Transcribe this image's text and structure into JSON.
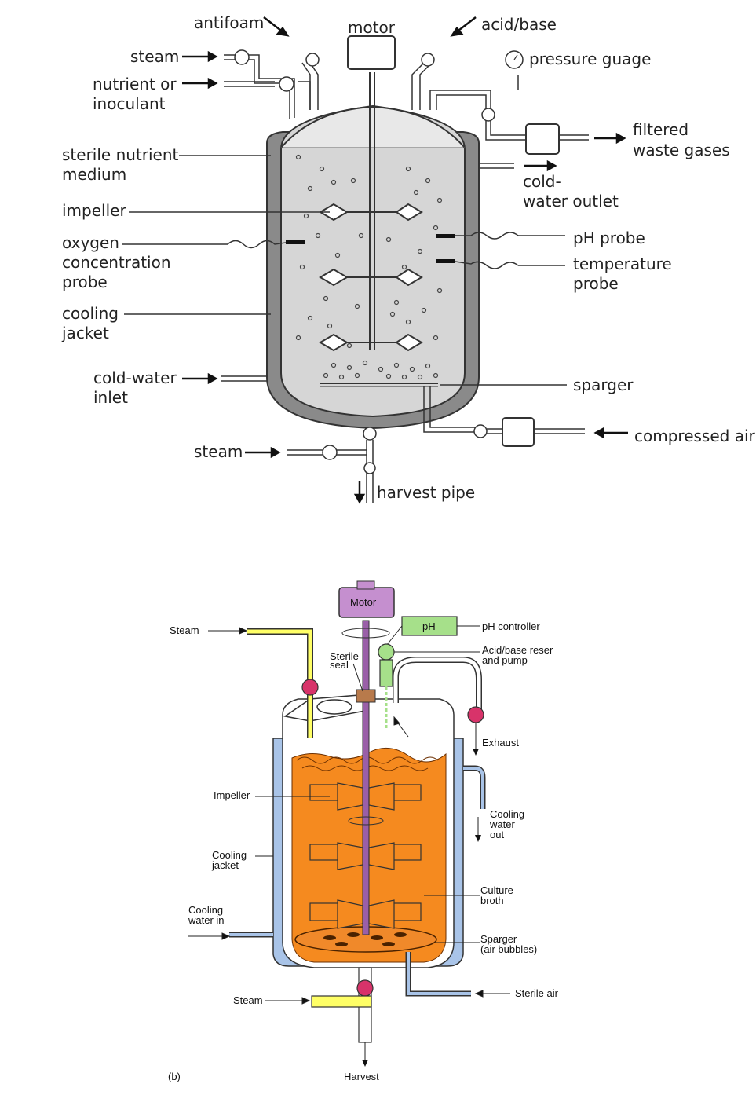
{
  "diagram_a": {
    "labels": {
      "antifoam": "antifoam",
      "motor": "motor",
      "acid_base": "acid/base",
      "steam_top": "steam",
      "pressure_gauge": "pressure guage",
      "nutrient_1": "nutrient or",
      "nutrient_2": "inoculant",
      "filtered_1": "filtered",
      "filtered_2": "waste gases",
      "medium_1": "sterile nutrient",
      "medium_2": "medium",
      "cold_out_1": "cold-",
      "cold_out_2": "water outlet",
      "impeller": "impeller",
      "oxygen_1": "oxygen",
      "oxygen_2": "concentration",
      "oxygen_3": "probe",
      "ph_probe": "pH probe",
      "temp_1": "temperature",
      "temp_2": "probe",
      "cooling_1": "cooling",
      "cooling_2": "jacket",
      "cold_in_1": "cold-water",
      "cold_in_2": "inlet",
      "sparger": "sparger",
      "compressed_air": "compressed air",
      "steam_bottom": "steam",
      "harvest_pipe": "harvest pipe"
    }
  },
  "diagram_b": {
    "labels": {
      "motor": "Motor",
      "ph_box": "pH",
      "ph_controller": "pH controller",
      "steam_top": "Steam",
      "sterile_1": "Sterile",
      "sterile_2": "seal",
      "acid_1": "Acid/base reser",
      "acid_2": "and pump",
      "exhaust": "Exhaust",
      "impeller": "Impeller",
      "cooling_out_1": "Cooling",
      "cooling_out_2": "water",
      "cooling_out_3": "out",
      "cooling_jacket_1": "Cooling",
      "cooling_jacket_2": "jacket",
      "culture_1": "Culture",
      "culture_2": "broth",
      "cooling_in_1": "Cooling",
      "cooling_in_2": "water in",
      "sparger_1": "Sparger",
      "sparger_2": "(air bubbles)",
      "sterile_air": "Sterile air",
      "steam_bottom": "Steam",
      "harvest": "Harvest",
      "panel": "(b)"
    },
    "colors": {
      "broth": "#f58a1f",
      "jacket": "#a9c4e8",
      "motor": "#c58fcf",
      "ph": "#a6e08a",
      "steam": "#ffff66",
      "valve": "#d8336a"
    }
  }
}
